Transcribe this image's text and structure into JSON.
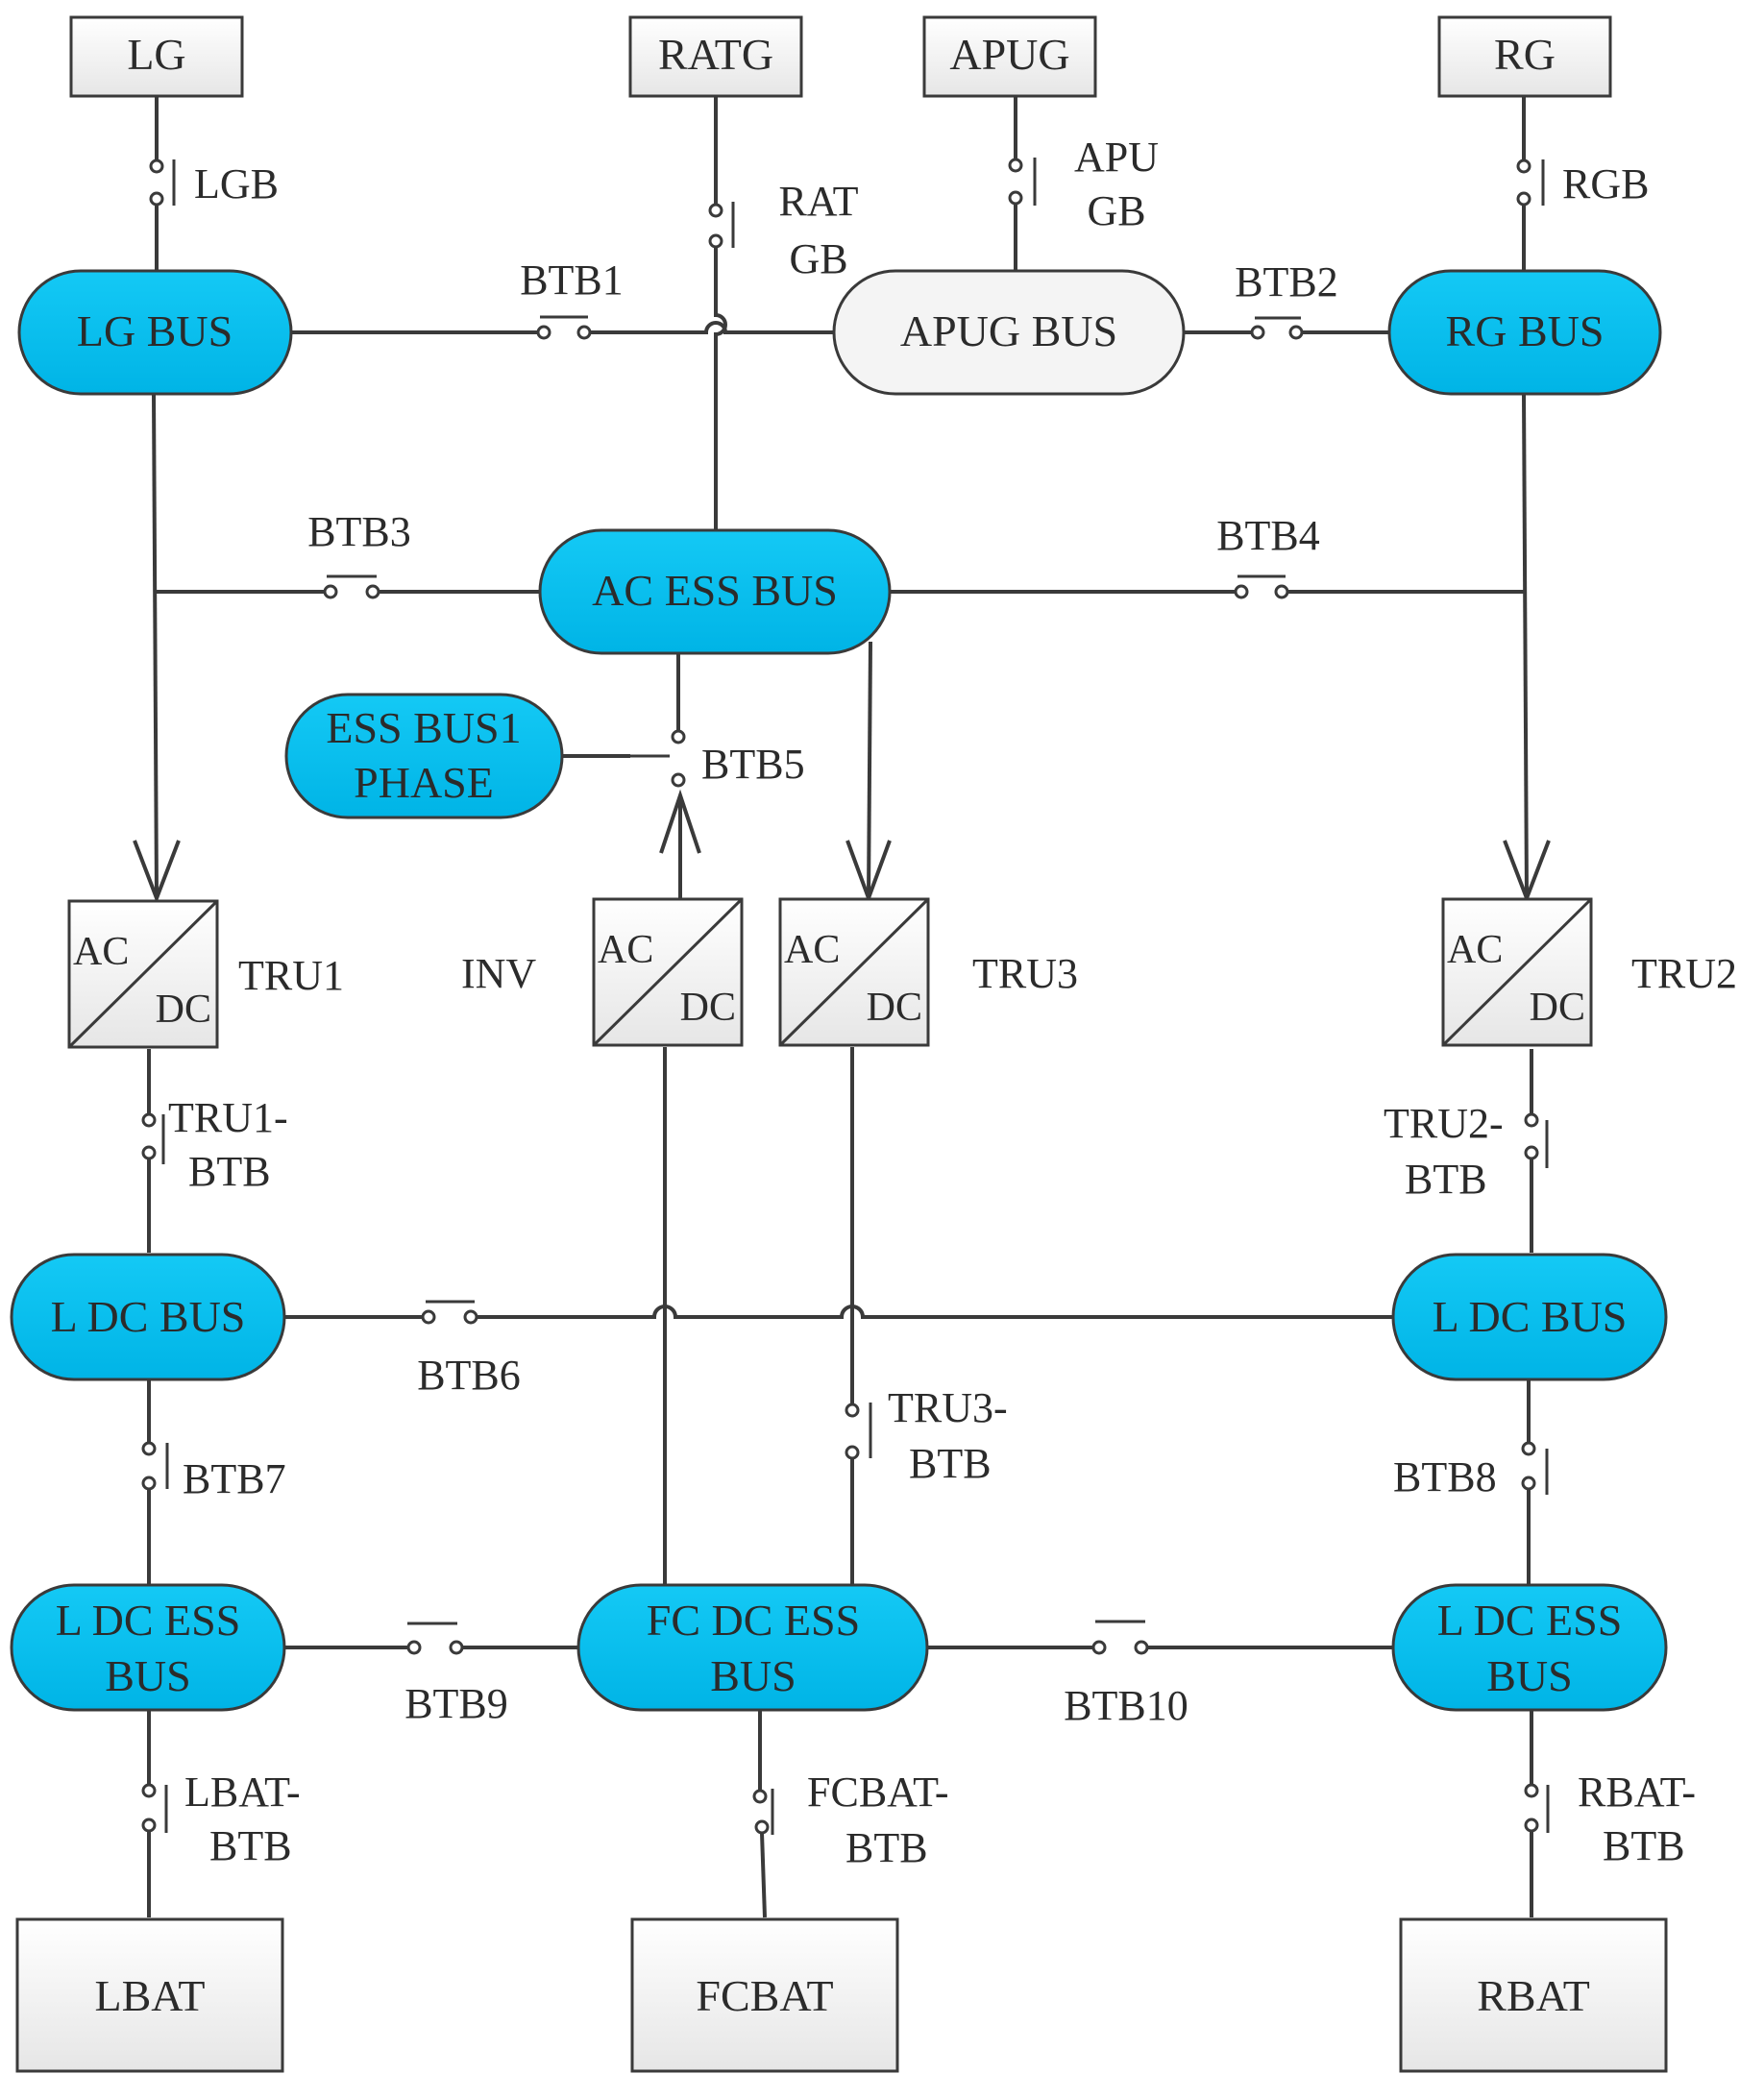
{
  "sources": {
    "lg": "LG",
    "ratg": "RATG",
    "apug": "APUG",
    "rg": "RG"
  },
  "buses": {
    "lg_bus": "LG BUS",
    "apug_bus": "APUG BUS",
    "rg_bus": "RG BUS",
    "ac_ess_bus": "AC ESS BUS",
    "ess_bus1_line1": "ESS  BUS1",
    "ess_bus1_line2": "PHASE",
    "l_dc_bus": "L DC BUS",
    "r_dc_bus": "L DC BUS",
    "l_dc_ess_line1": "L DC  ESS",
    "l_dc_ess_line2": "BUS",
    "fc_dc_ess_line1": "FC  DC ESS",
    "fc_dc_ess_line2": "BUS",
    "r_dc_ess_line1": "L DC  ESS",
    "r_dc_ess_line2": "BUS"
  },
  "converters": {
    "ac": "AC",
    "dc": "DC",
    "tru1": "TRU1",
    "inv": "INV",
    "tru3": "TRU3",
    "tru2": "TRU2"
  },
  "breakers": {
    "lgb": "LGB",
    "ratgb_line1": "RAT",
    "ratgb_line2": "GB",
    "apugb_line1": "APU",
    "apugb_line2": "GB",
    "rgb": "RGB",
    "btb1": "BTB1",
    "btb2": "BTB2",
    "btb3": "BTB3",
    "btb4": "BTB4",
    "btb5": "BTB5",
    "tru1_btb_line1": "TRU1-",
    "tru1_btb_line2": "BTB",
    "tru2_btb_line1": "TRU2-",
    "tru2_btb_line2": "BTB",
    "btb6": "BTB6",
    "tru3_btb_line1": "TRU3-",
    "tru3_btb_line2": "BTB",
    "btb7": "BTB7",
    "btb8": "BTB8",
    "btb9": "BTB9",
    "btb10": "BTB10",
    "lbat_btb_line1": "LBAT-",
    "lbat_btb_line2": "BTB",
    "fcbat_btb_line1": "FCBAT-",
    "fcbat_btb_line2": "BTB",
    "rbat_btb_line1": "RBAT-",
    "rbat_btb_line2": "BTB"
  },
  "batteries": {
    "lbat": "LBAT",
    "fcbat": "FCBAT",
    "rbat": "RBAT"
  },
  "colors": {
    "bus_fill": "#00bfef",
    "apug_bus_fill": "#f2f2f2",
    "box_fill": "#f2f2f2",
    "line": "#3a3a3a"
  }
}
